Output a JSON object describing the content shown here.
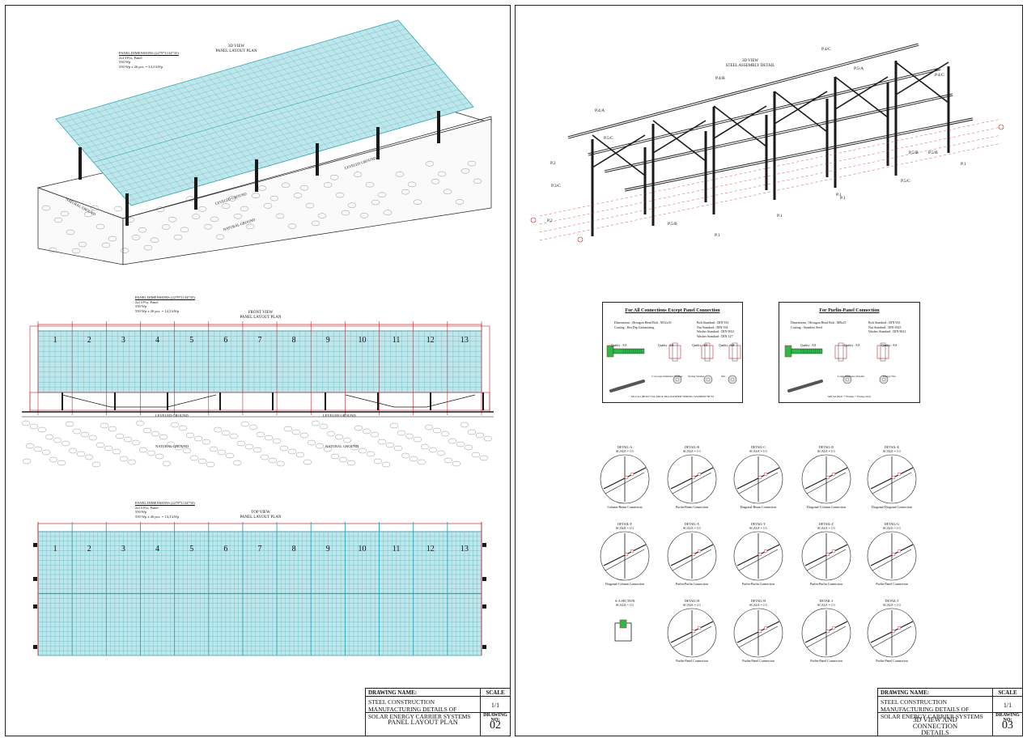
{
  "left_sheet": {
    "view_3d": {
      "title": "3D VIEW",
      "subtitle": "PANEL LAYOUT PLAN",
      "panel_note": [
        "PANEL DIMENSIONS (2279*1134*35)",
        "2x13 Pcs. Panel",
        "550 Wp",
        "550 Wp x 26 pcs. = 14,3 kWp"
      ],
      "ground_labels": [
        "NATURAL GROUND",
        "LEVELED GROUND",
        "NATURAL GROUND",
        "LEVELED GROUND"
      ]
    },
    "front_view": {
      "title": "FRONT VIEW",
      "subtitle": "PANEL LAYOUT PLAN",
      "panel_note": [
        "PANEL DIMENSIONS (2279*1134*35)",
        "2x13 Pcs. Panel",
        "550 Wp",
        "550 Wp x 26 pcs. = 14,3 kWp"
      ],
      "ground_labels": [
        "LEVELED GROUND",
        "LEVELED GROUND",
        "NATURAL GROUND",
        "NATURAL GROUND"
      ]
    },
    "top_view": {
      "title": "TOP VIEW",
      "subtitle": "PANEL LAYOUT PLAN",
      "panel_note": [
        "PANEL DIMENSIONS (2279*1134*35)",
        "2x13 Pcs. Panel",
        "550 Wp",
        "550 Wp x 26 pcs. = 14,3 kWp"
      ]
    },
    "panel_numbers": [
      "1",
      "2",
      "3",
      "4",
      "5",
      "6",
      "7",
      "8",
      "9",
      "10",
      "11",
      "12",
      "13"
    ],
    "title_block": {
      "drawing_name_label": "DRAWING NAME:",
      "drawing_name": "STEEL CONSTRUCTION MANUFACTURING DETAILS OF SOLAR ENERGY CARRIER SYSTEMS",
      "sheet_title": "PANEL LAYOUT PLAN",
      "scale_label": "SCALE",
      "scale": "1/1",
      "drawing_no_label": "DRAWING NO:",
      "drawing_no": "02"
    }
  },
  "right_sheet": {
    "view_3d": {
      "title": "3D VIEW",
      "subtitle": "STEEL ASSEMBLY DETAIL",
      "part_labels": [
        "P.4/C",
        "P.4/B",
        "P.5/A",
        "P.4/A",
        "P.5/C",
        "P.2",
        "P.3/C",
        "P.5/B",
        "P.1",
        "P.5/B",
        "P.1",
        "P.1",
        "P.1",
        "P.2",
        "P.5/C",
        "P.4/C",
        "P.5/B",
        "P.1"
      ]
    },
    "connection_box_1": {
      "title": "For All Connections Except Panel Connection",
      "lines_left": [
        "Dimensions : Hexagon Head Bolt , M12x35",
        "Coating : Hot Dip Galvanizing"
      ],
      "lines_right": [
        "Bolt Standard : DIN 933",
        "Nut Standard : DIN 934",
        "Washer Standard : DIN 9021",
        "Washer Standard : DIN 127"
      ],
      "parts": [
        "Quality - 8.8",
        "Quality - 8.8",
        "Quality - 8.8",
        "Quality - 8.8"
      ],
      "captions": [
        "2 x Large Diameter Washer",
        "Spring Washer",
        "Nut"
      ],
      "footer": "M12 Set (BOLT+2xLARGE DIA.WASHER+SPRING WASHER+NUT)"
    },
    "connection_box_2": {
      "title": "For Purlin-Panel Connection",
      "lines_left": [
        "Dimensions : Hexagon Head Bolt , M8x25",
        "Coating : Stainless Steel"
      ],
      "lines_right": [
        "Bolt Standard : DIN 933",
        "Nut Standard : DIN 6923",
        "Washer Standard : DIN 9021"
      ],
      "parts": [
        "Quality - 8.8",
        "Quality - 8.8",
        "Quality - 8.8"
      ],
      "captions": [
        "Large Diameter Washer",
        "Flange Nut"
      ],
      "footer": "M8 Set (Bolt + Washer + Flange Nut)"
    },
    "details": [
      {
        "title": "DETAIL-A",
        "scale": "SCALE = 1/1",
        "caption": "Column-Beam Connection"
      },
      {
        "title": "DETAIL-B",
        "scale": "SCALE = 1/1",
        "caption": "Purlin-Beam Connection"
      },
      {
        "title": "DETAIL-C",
        "scale": "SCALE = 1/1",
        "caption": "Diagonal-Beam Connection"
      },
      {
        "title": "DETAIL-D",
        "scale": "SCALE = 1/1",
        "caption": "Diagonal-Column Connection"
      },
      {
        "title": "DETAIL-E",
        "scale": "SCALE = 1/1",
        "caption": "Diagonal-Diagonal Connection"
      },
      {
        "title": "DETAIL-F",
        "scale": "SCALE = 1/1",
        "caption": "Diagonal-Column Connection"
      },
      {
        "title": "DETAIL-X",
        "scale": "SCALE = 1/1",
        "caption": "Purlin-Purlin Connection"
      },
      {
        "title": "DETAIL-Y",
        "scale": "SCALE = 1/1",
        "caption": "Purlin-Purlin Connection"
      },
      {
        "title": "DETAIL-Z",
        "scale": "SCALE = 1/1",
        "caption": "Purlin-Purlin Connection"
      },
      {
        "title": "DETAIL-G",
        "scale": "SCALE = 1/1",
        "caption": "Purlin-Panel Connection"
      },
      {
        "title": "A-A SECTION",
        "scale": "SCALE = 1/1",
        "caption": ""
      },
      {
        "title": "DETAIL-H",
        "scale": "SCALE = 1/1",
        "caption": "Purlin-Panel Connection"
      },
      {
        "title": "DETAIL-H",
        "scale": "SCALE = 1/1",
        "caption": "Purlin-Panel Connection"
      },
      {
        "title": "DETAIL-J",
        "scale": "SCALE = 1/1",
        "caption": "Purlin-Panel Connection"
      },
      {
        "title": "DETAIL-I",
        "scale": "SCALE = 1/1",
        "caption": "Purlin-Panel Connection"
      }
    ],
    "title_block": {
      "drawing_name_label": "DRAWING NAME:",
      "drawing_name": "STEEL CONSTRUCTION MANUFACTURING DETAILS OF SOLAR ENERGY CARRIER SYSTEMS",
      "sheet_title": "3D VIEW AND CONNECTION DETAILS",
      "scale_label": "SCALE",
      "scale": "1/1",
      "drawing_no_label": "DRAWING NO:",
      "drawing_no": "03"
    }
  },
  "colors": {
    "panel": "#bfe6ea",
    "panel_grid": "#2aa7b4",
    "frame_red": "#c0262c",
    "ink": "#1a1a1a",
    "green": "#2db84a"
  }
}
